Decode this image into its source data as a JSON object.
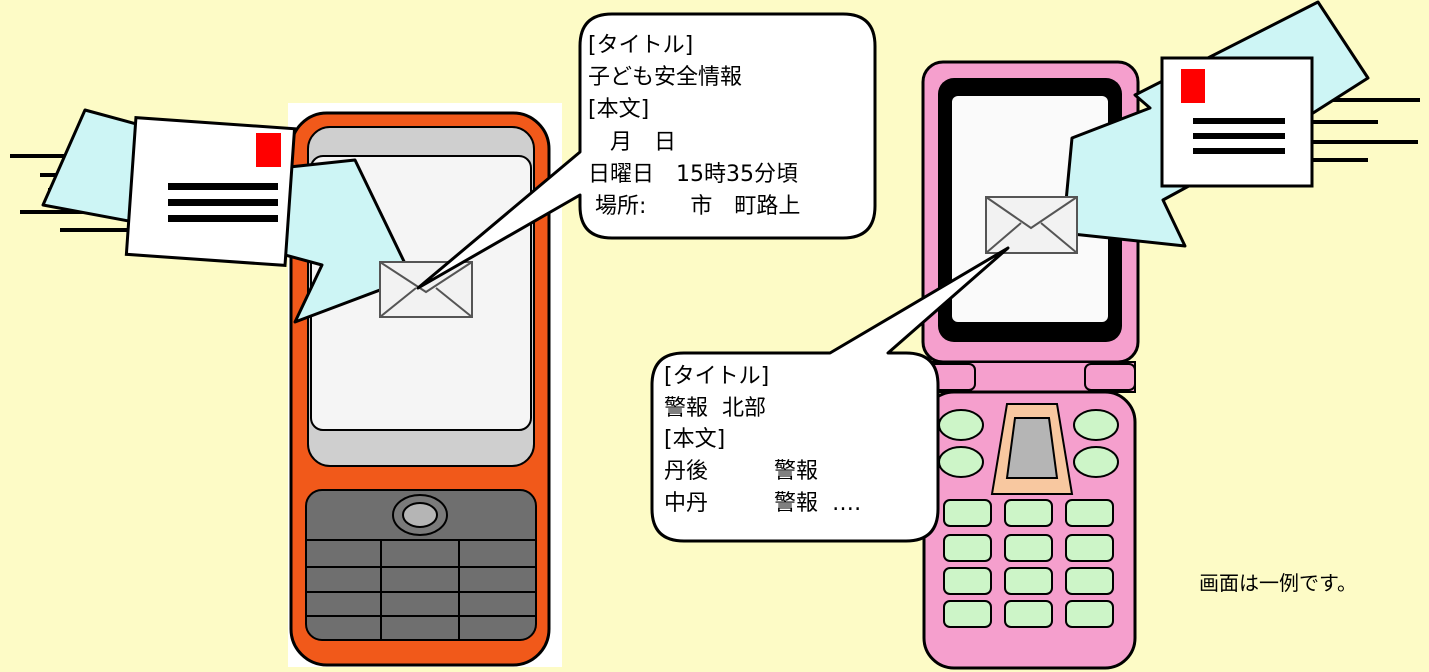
{
  "left_bubble": {
    "lines": [
      "[タイトル]",
      "子ども安全情報",
      "[本文]",
      "　月　日",
      "日曜日　15時35分頃",
      " 場所:　　市　町路上"
    ]
  },
  "right_bubble": {
    "lines": [
      "[タイトル]",
      "警報  北部",
      "[本文]",
      "丹後　　　警報",
      "中丹　　　警報  ‥‥"
    ]
  },
  "caption": "画面は一例です。",
  "icons": {
    "left_envelope": "mail-envelope-icon",
    "right_envelope": "mail-envelope-icon",
    "screen_mail": "mail-icon",
    "arrow": "incoming-arrow-icon"
  },
  "colors": {
    "background": "#fdfbc6",
    "bar_phone_body": "#f1591a",
    "flip_phone_body": "#f59fcd",
    "flip_phone_keys": "#cdf5c8",
    "arrow_fill": "#cdf5f5",
    "stamp": "#ff0000"
  }
}
